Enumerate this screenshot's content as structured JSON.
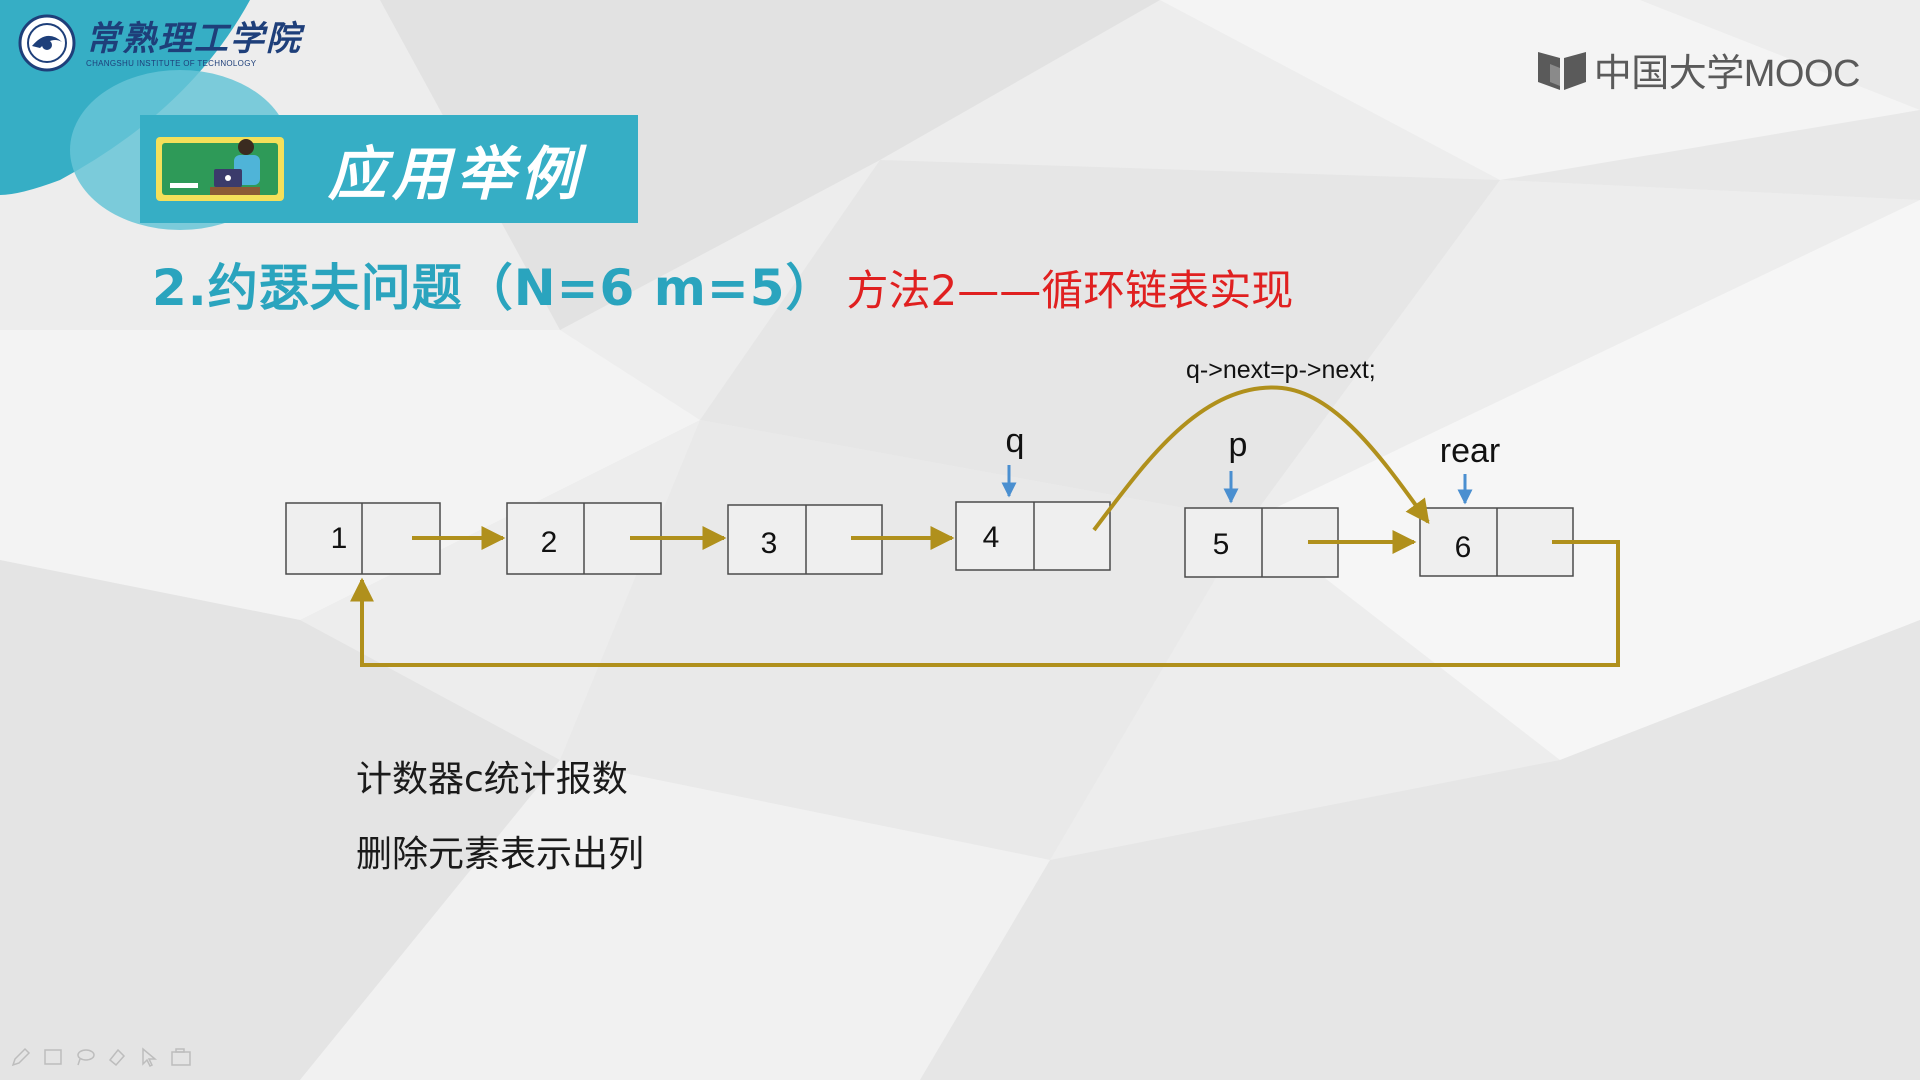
{
  "header": {
    "school_name": "常熟理工学院",
    "school_name_en": "CHANGSHU INSTITUTE OF TECHNOLOGY",
    "platform": "中国大学MOOC"
  },
  "banner": {
    "title": "应用举例"
  },
  "heading": {
    "main": "2.约瑟夫问题（N=6  m=5）",
    "sub": "方法2——循环链表实现"
  },
  "diagram": {
    "nodes": [
      "1",
      "2",
      "3",
      "4",
      "5",
      "6"
    ],
    "pointers": {
      "q": "q",
      "p": "p",
      "rear": "rear"
    },
    "code_label": "q->next=p->next;",
    "arrow_color": "#b0901c",
    "pointer_color": "#4a8fd0"
  },
  "notes": [
    "计数器c统计报数",
    "删除元素表示出列"
  ],
  "toolbar": [
    "pen-icon",
    "whiteboard-icon",
    "lasso-icon",
    "eraser-icon",
    "pointer-icon",
    "camera-icon"
  ]
}
